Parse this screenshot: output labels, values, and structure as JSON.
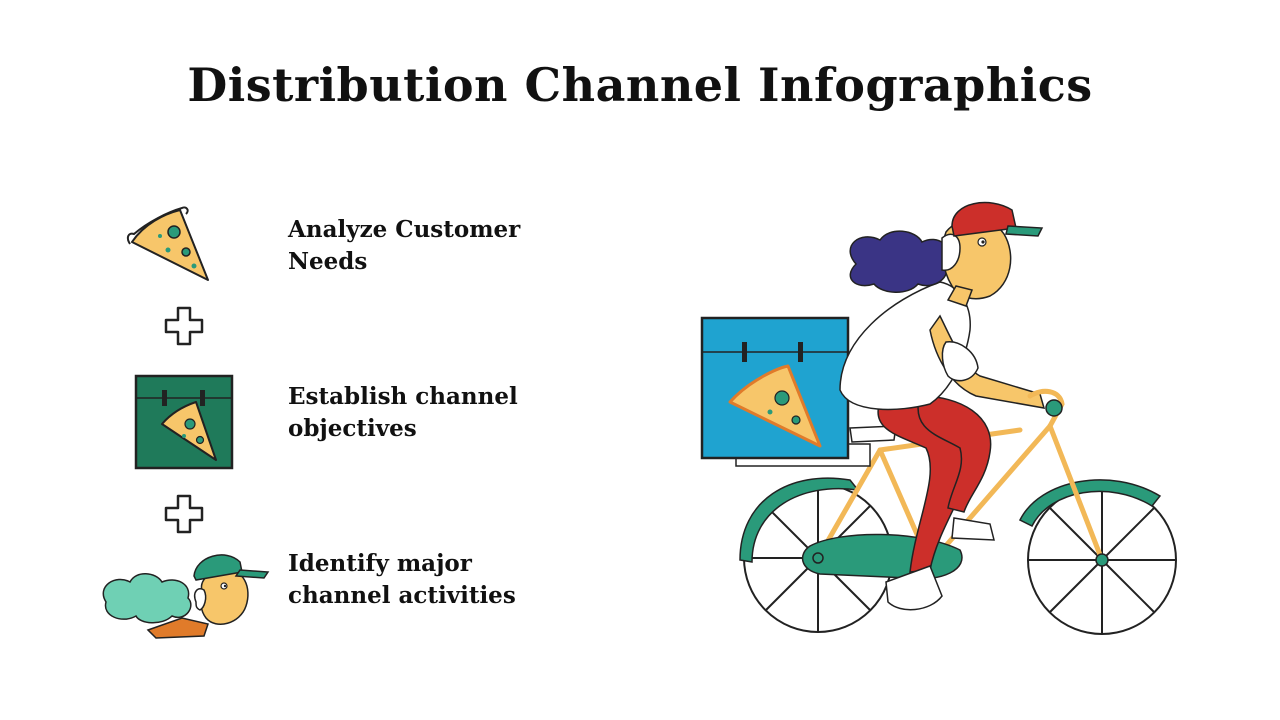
{
  "title": "Distribution Channel Infographics",
  "steps": [
    {
      "line1": "Analyze Customer",
      "line2": "Needs",
      "icon": "pizza-slice-icon"
    },
    {
      "line1": "Establish channel",
      "line2": "objectives",
      "icon": "pizza-box-icon"
    },
    {
      "line1": "Identify major",
      "line2": "channel activities",
      "icon": "delivery-person-icon"
    }
  ],
  "connector_icon": "plus-icon",
  "colors": {
    "pizza": "#f7c66a",
    "topping": "#2a9a7a",
    "box_green": "#1f7a5a",
    "box_blue": "#1fa3d0",
    "cap_red": "#cc2f2a",
    "pants_red": "#cc2f2a",
    "hair": "#3a3485",
    "bike_green": "#2a9a7a",
    "frame": "#f2b857",
    "skin": "#f7c66a"
  }
}
